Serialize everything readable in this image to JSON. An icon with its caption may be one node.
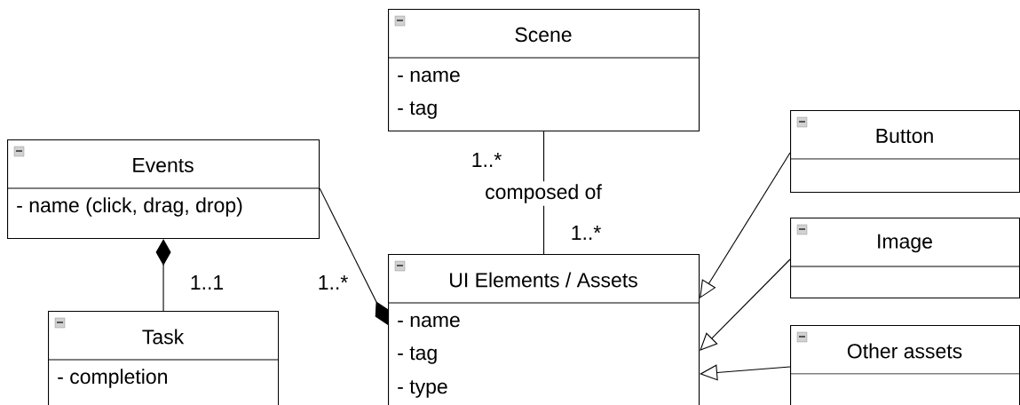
{
  "diagram": {
    "nodes": [
      {
        "text": [
          "Scene",
          "- name",
          "- tag"
        ]
      },
      {
        "text": [
          "Events",
          "- name (click, drag, drop)"
        ]
      },
      {
        "text": [
          "Button"
        ]
      },
      {
        "text": [
          "UI Elements / Assets",
          "- name",
          "- tag",
          "- type"
        ]
      },
      {
        "text": [
          "Image"
        ]
      },
      {
        "text": [
          "Task",
          "- completion"
        ]
      },
      {
        "text": [
          "Other assets"
        ]
      }
    ],
    "edges": [
      {
        "from": 0,
        "to": 3,
        "arrow": "none",
        "label": "composed of"
      },
      {
        "from": 5,
        "to": 1,
        "arrow": "other"
      },
      {
        "from": 1,
        "to": 3,
        "arrow": "other"
      },
      {
        "from": 2,
        "to": 3,
        "arrow": "to"
      },
      {
        "from": 4,
        "to": 3,
        "arrow": "to"
      },
      {
        "from": 6,
        "to": 3,
        "arrow": "to"
      }
    ],
    "labels": [
      "1..*",
      "1..*",
      "1..1",
      "1..*"
    ]
  }
}
